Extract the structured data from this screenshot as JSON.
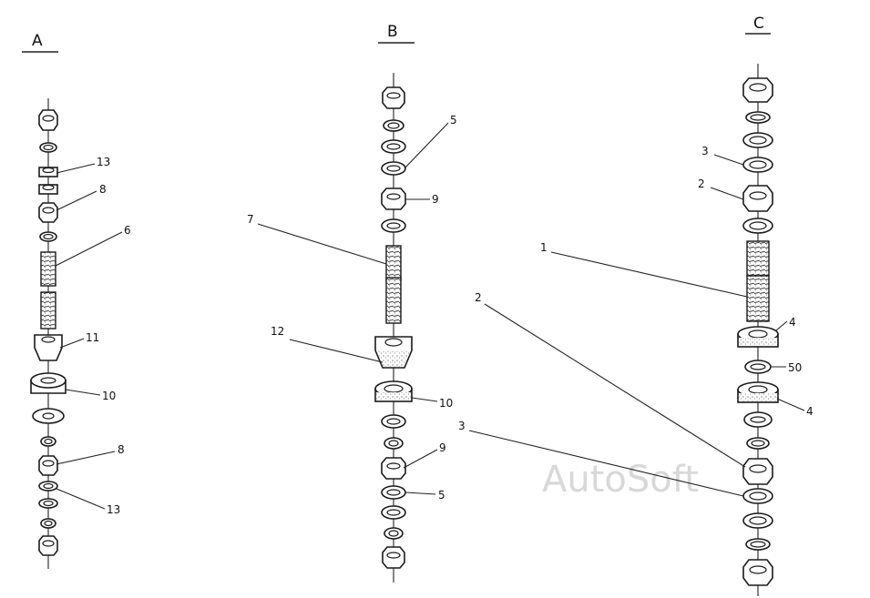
{
  "columns": [
    {
      "id": "A",
      "label": "A"
    },
    {
      "id": "B",
      "label": "B"
    },
    {
      "id": "C",
      "label": "C"
    }
  ],
  "watermark": "AutoSoft",
  "callouts": {
    "A_13_top": "13",
    "A_8_top": "8",
    "A_6": "6",
    "A_11": "11",
    "A_10": "10",
    "A_8_bottom": "8",
    "A_13_bottom": "13",
    "B_5_top": "5",
    "B_9_top": "9",
    "B_7": "7",
    "B_12": "12",
    "B_10": "10",
    "B_9_bottom": "9",
    "B_5_bottom": "5",
    "C_3_top": "3",
    "C_2_top": "2",
    "C_1": "1",
    "C_2_long": "2",
    "C_4_top": "4",
    "C_50": "50",
    "C_4_bottom": "4",
    "C_3_long": "3"
  }
}
